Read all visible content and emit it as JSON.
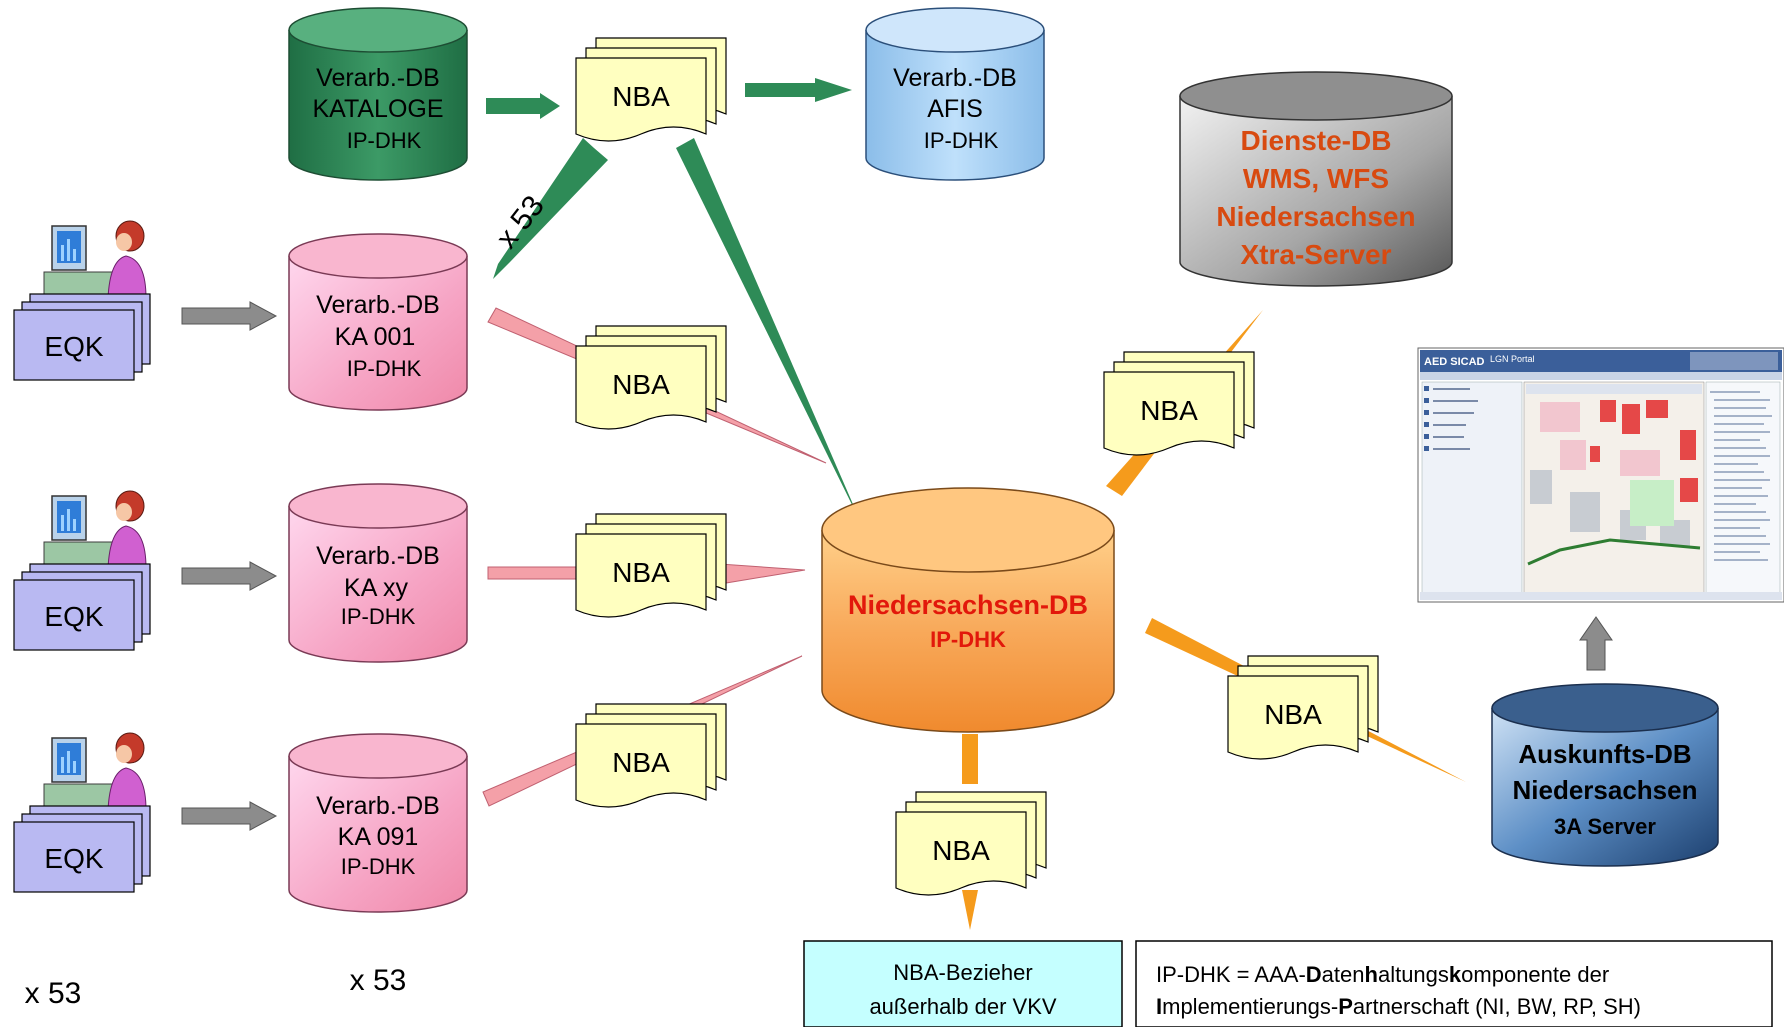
{
  "colors": {
    "green_db": "#2e8b57",
    "blue_db": "#a3cdf5",
    "pink_db": "#f4a6c9",
    "orange_db": "#f7a34a",
    "grey_db": "#b3b3b3",
    "steel_db": "#3d6ea3",
    "nba_doc": "#ffffc0",
    "eqk_box": "#b9b9f2",
    "legend_box": "#c5ffff",
    "arrow_green": "#2e8b57",
    "arrow_pink": "#f4a0a8",
    "arrow_orange": "#f59b1c",
    "arrow_grey": "#8c8c8c"
  },
  "databases": {
    "kataloge": {
      "line1": "Verarb.-DB",
      "line2": "KATALOGE",
      "line3": "IP-DHK"
    },
    "afis": {
      "line1": "Verarb.-DB",
      "line2": "AFIS",
      "line3": "IP-DHK"
    },
    "ka001": {
      "line1": "Verarb.-DB",
      "line2": "KA 001",
      "line3": "IP-DHK"
    },
    "kaxy": {
      "line1": "Verarb.-DB",
      "line2": "KA xy",
      "line3": "IP-DHK"
    },
    "ka091": {
      "line1": "Verarb.-DB",
      "line2": "KA 091",
      "line3": "IP-DHK"
    },
    "niedersachsen": {
      "line1": "Niedersachsen-DB",
      "line2": "IP-DHK"
    },
    "dienste": {
      "line1": "Dienste-DB",
      "line2": "WMS, WFS",
      "line3": "Niedersachsen",
      "line4": "Xtra-Server"
    },
    "auskunft": {
      "line1": "Auskunfts-DB",
      "line2": "Niedersachsen",
      "line3": "3A Server"
    }
  },
  "nba_label": "NBA",
  "eqk_label": "EQK",
  "multiplier_label": "x 53",
  "nba_bezieher": {
    "line1": "NBA-Bezieher",
    "line2": "außerhalb der VKV"
  },
  "legend": {
    "line1_a": "IP-DHK = AAA-",
    "line1_b": "D",
    "line1_c": "aten",
    "line1_d": "h",
    "line1_e": "altungs",
    "line1_f": "k",
    "line1_g": "omponente der",
    "line2_a": "I",
    "line2_b": "mplementierungs-",
    "line2_c": "P",
    "line2_d": "artnerschaft (NI, BW, RP, SH)"
  },
  "portal": {
    "brand": "AED SICAD",
    "title": "LGN Portal"
  }
}
